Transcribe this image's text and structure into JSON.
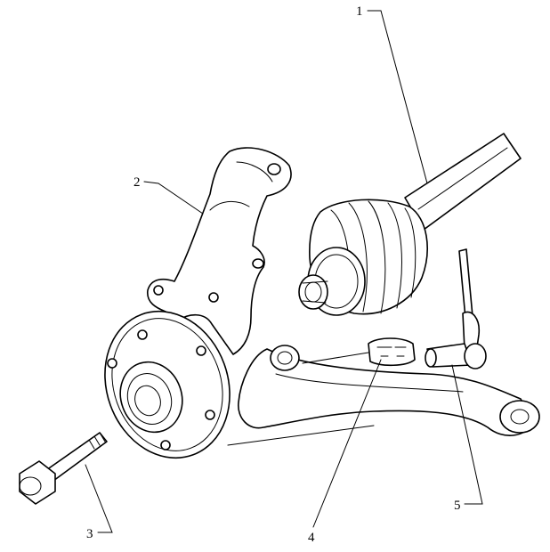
{
  "callouts": {
    "c1": "1",
    "c2": "2",
    "c3": "3",
    "c4": "4",
    "c5": "5"
  },
  "parts": {
    "drive_shaft": "drive-shaft",
    "steering_knuckle": "steering-knuckle",
    "bolt": "pinch-bolt",
    "bushing": "bushing-clip",
    "ball_joint": "ball-joint",
    "hub": "wheel-hub",
    "lower_arm": "lower-control-arm"
  }
}
